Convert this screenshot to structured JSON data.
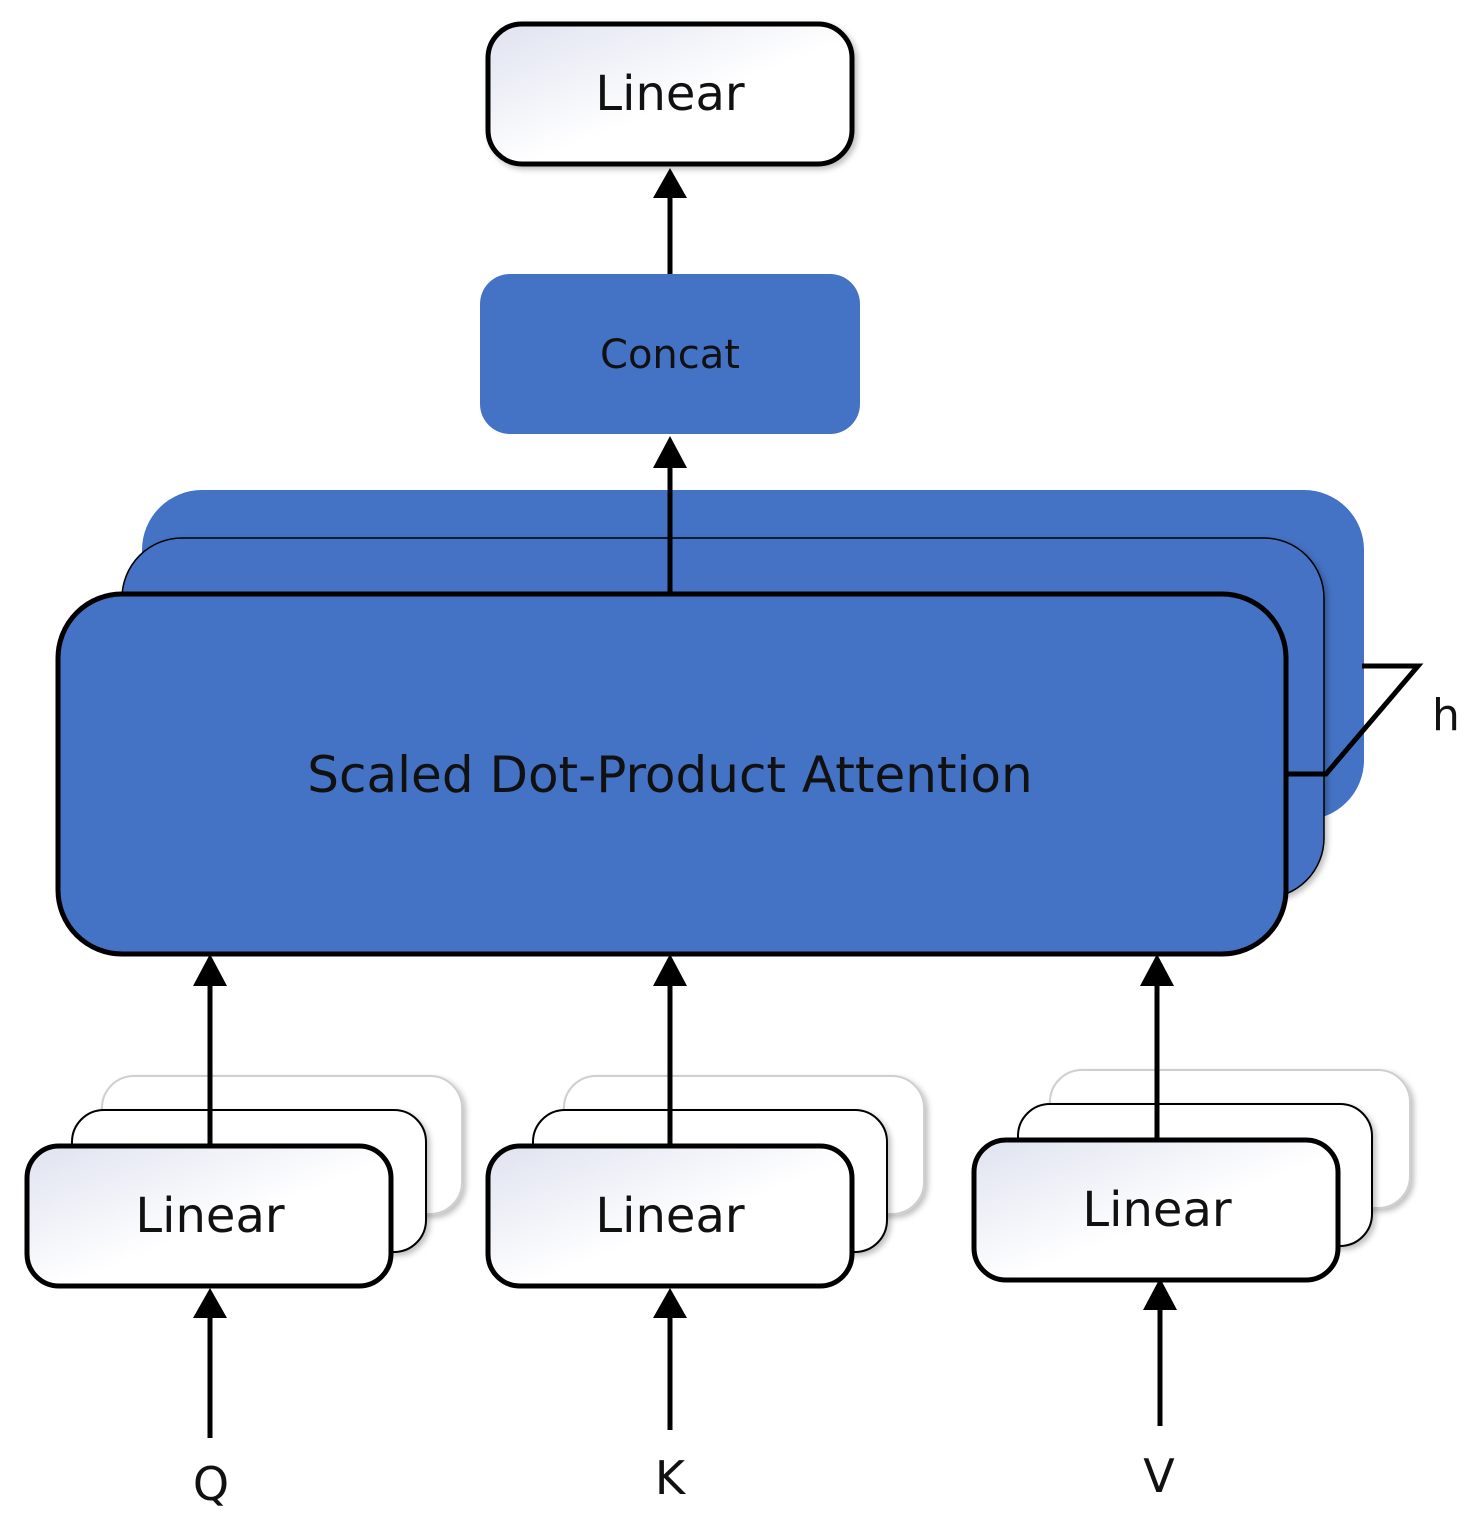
{
  "diagram": {
    "top_linear_label": "Linear",
    "concat_label": "Concat",
    "attention_label": "Scaled Dot-Product Attention",
    "heads_label": "h",
    "q_linear_label": "Linear",
    "k_linear_label": "Linear",
    "v_linear_label": "Linear",
    "q_input_label": "Q",
    "k_input_label": "K",
    "v_input_label": "V"
  },
  "colors": {
    "block_blue": "#4472C4",
    "outline": "#000000",
    "linear_fill_light": "#ffffff",
    "linear_fill_shade": "#e2e5f2"
  }
}
